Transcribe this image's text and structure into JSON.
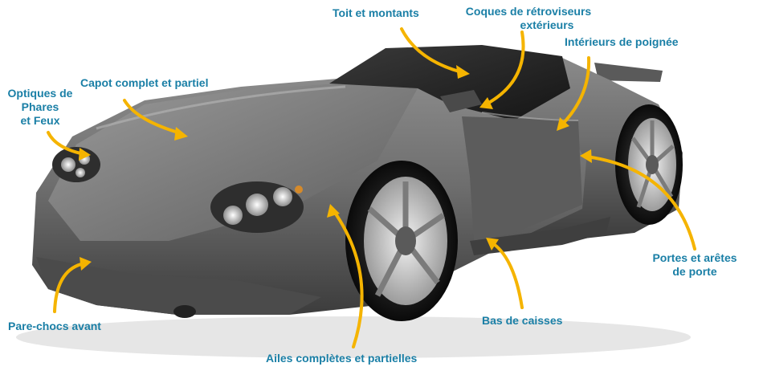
{
  "colors": {
    "label": "#1a7fa6",
    "arrow": "#f5b400",
    "car_body": "#6b6b6b"
  },
  "labels": {
    "toit": "Toit et montants",
    "coques_line1": "Coques de rétroviseurs",
    "coques_line2": "extérieurs",
    "interieurs": "Intérieurs de poignée",
    "capot": "Capot complet et partiel",
    "optiques_line1": "Optiques de",
    "optiques_line2": "Phares",
    "optiques_line3": "et Feux",
    "portes_line1": "Portes et arêtes",
    "portes_line2": "de porte",
    "pare_chocs": "Pare-chocs avant",
    "bas_caisses": "Bas de caisses",
    "ailes": "Ailes complètes et partielles"
  }
}
